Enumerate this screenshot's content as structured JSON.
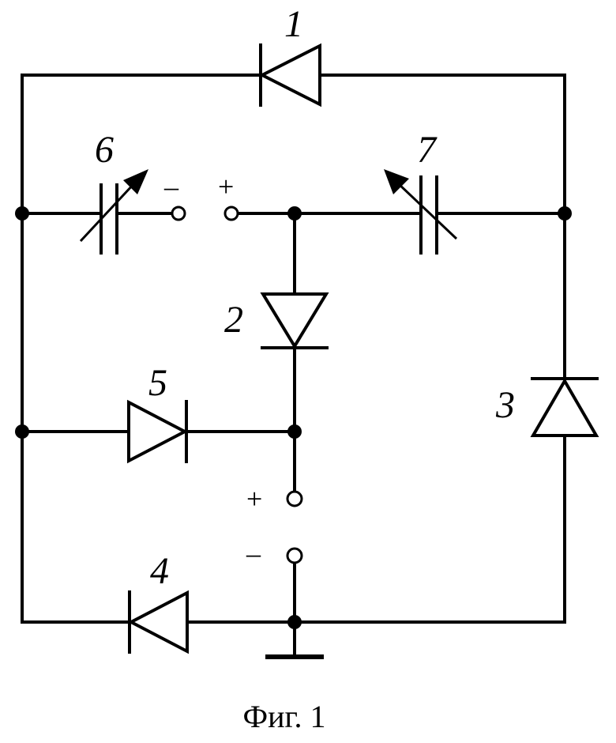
{
  "components": {
    "diode1": "1",
    "diode2": "2",
    "diode3": "3",
    "diode4": "4",
    "diode5": "5",
    "varcap6": "6",
    "varcap7": "7"
  },
  "terminals": {
    "top_left_sign": "–",
    "top_right_sign": "+",
    "bottom_top_sign": "+",
    "bottom_bottom_sign": "–"
  },
  "caption": "Фиг. 1"
}
